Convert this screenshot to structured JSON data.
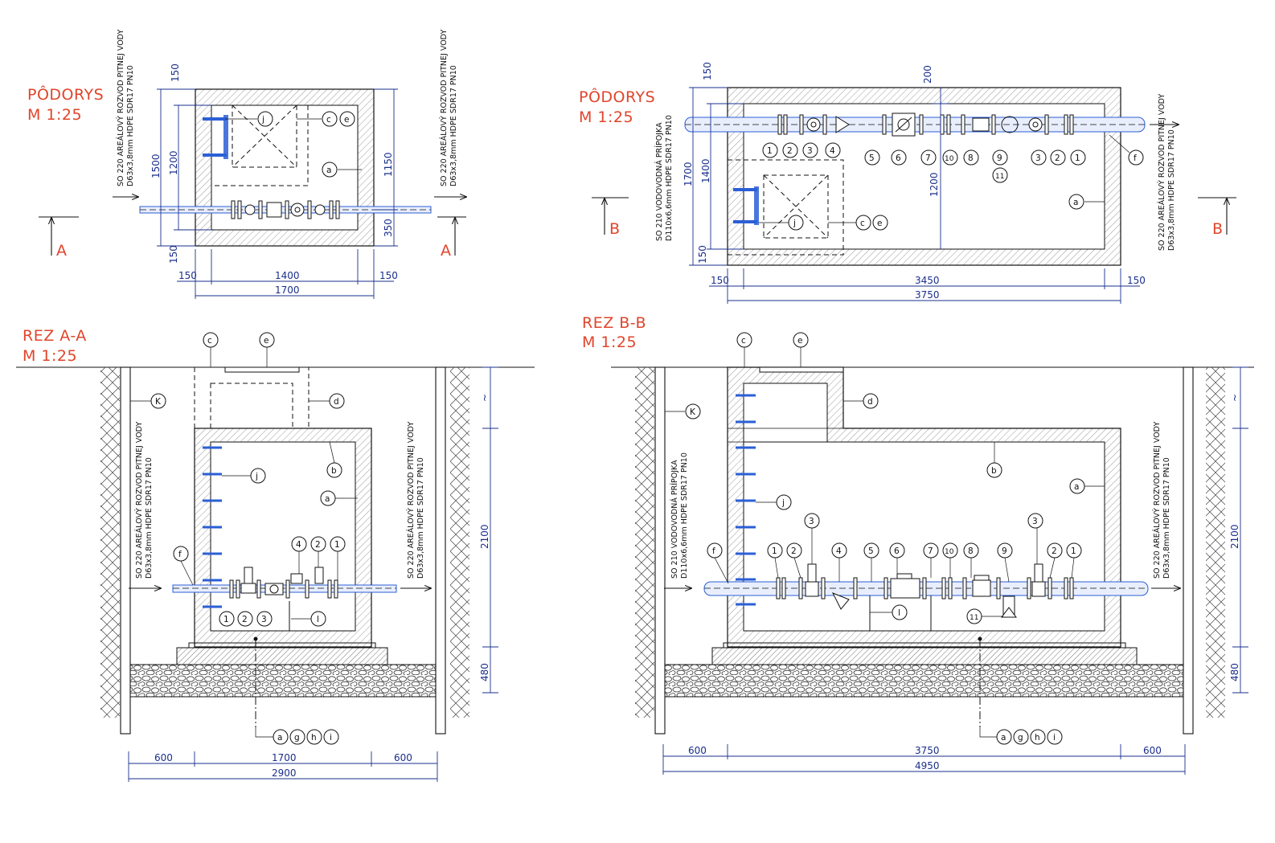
{
  "plan_a": {
    "title": "PÔDORYS",
    "scale": "M 1:25",
    "section_mark_left": "A",
    "section_mark_right": "A",
    "pipe_in_label_1": "SO 220 AREÁLOVÝ ROZVOD PITNEJ VODY",
    "pipe_in_label_2": "D63x3,8mm HDPE SDR17 PN10",
    "pipe_out_label_1": "SO 220 AREÁLOVÝ ROZVOD PITNEJ VODY",
    "pipe_out_label_2": "D63x3,8mm HDPE SDR17 PN10",
    "dims": {
      "top_wall": "150",
      "total_h": "1500",
      "inner_h": "1200",
      "bottom_wall": "150",
      "right_upper": "1150",
      "right_lower": "350",
      "left_wall": "150",
      "inner_w": "1400",
      "right_wall": "150",
      "total_w": "1700"
    },
    "bubbles": [
      "j",
      "c",
      "e",
      "a"
    ]
  },
  "plan_b": {
    "title": "PÔDORYS",
    "scale": "M 1:25",
    "section_mark_left": "B",
    "section_mark_right": "B",
    "pipe_in_label_1": "SO 210 VODOVODNÁ PRÍPOJKA",
    "pipe_in_label_2": "D110x6,6mm HDPE SDR17 PN10",
    "pipe_out_label_1": "SO 220 AREÁLOVÝ ROZVOD PITNEJ VODY",
    "pipe_out_label_2": "D63x3,8mm HDPE SDR17 PN10",
    "dims": {
      "top_wall": "150",
      "total_h": "1700",
      "inner_h": "1400",
      "bottom_wall": "150",
      "top_mid": "200",
      "mid_h": "1200",
      "left_wall": "150",
      "inner_w": "3450",
      "right_wall": "150",
      "total_w": "3750"
    },
    "bubbles": [
      "1",
      "2",
      "3",
      "4",
      "5",
      "6",
      "7",
      "10",
      "8",
      "9",
      "11",
      "3",
      "2",
      "1",
      "f",
      "a",
      "j",
      "c",
      "e"
    ]
  },
  "section_a": {
    "title": "REZ A-A",
    "scale": "M 1:25",
    "pipe_in_label_1": "SO 220 AREÁLOVÝ ROZVOD PITNEJ VODY",
    "pipe_in_label_2": "D63x3,8mm HDPE SDR17 PN10",
    "pipe_out_label_1": "SO 220 AREÁLOVÝ ROZVOD PITNEJ VODY",
    "pipe_out_label_2": "D63x3,8mm HDPE SDR17 PN10",
    "dims": {
      "approx": "~",
      "height": "2100",
      "base": "480",
      "left": "600",
      "mid": "1700",
      "right": "600",
      "total": "2900"
    },
    "bubbles": [
      "c",
      "e",
      "K",
      "d",
      "b",
      "j",
      "a",
      "f",
      "4",
      "2",
      "1",
      "1",
      "2",
      "3",
      "l"
    ],
    "footer_bubbles": [
      "a",
      "g",
      "h",
      "i"
    ]
  },
  "section_b": {
    "title": "REZ B-B",
    "scale": "M 1:25",
    "pipe_in_label_1": "SO 210 VODOVODNÁ PRÍPOJKA",
    "pipe_in_label_2": "D110x6,6mm HDPE SDR17 PN10",
    "pipe_out_label_1": "SO 220 AREÁLOVÝ ROZVOD PITNEJ VODY",
    "pipe_out_label_2": "D63x3,8mm HDPE SDR17 PN10",
    "dims": {
      "approx": "~",
      "height": "2100",
      "base": "480",
      "left": "600",
      "mid": "3750",
      "right": "600",
      "total": "4950"
    },
    "bubbles": [
      "c",
      "e",
      "K",
      "d",
      "b",
      "a",
      "j",
      "3",
      "3",
      "f",
      "1",
      "2",
      "4",
      "5",
      "6",
      "7",
      "10",
      "8",
      "9",
      "2",
      "1",
      "l",
      "11"
    ],
    "footer_bubbles": [
      "a",
      "g",
      "h",
      "i"
    ]
  },
  "colors": {
    "title": "#e0452b",
    "dimension": "#1a2f8c",
    "pipe": "#2b5fd6",
    "line": "#111111"
  }
}
